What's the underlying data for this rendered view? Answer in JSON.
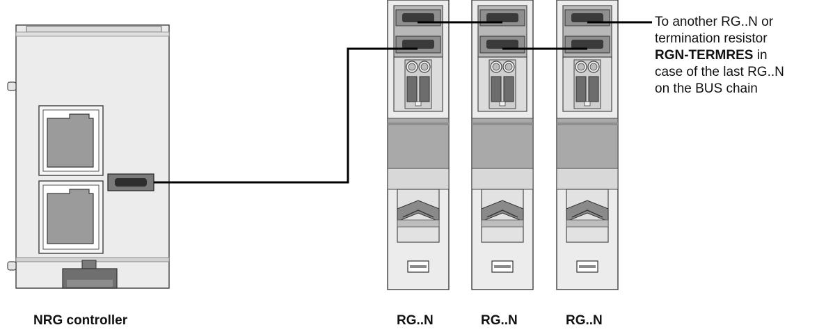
{
  "labels": {
    "controller": "NRG controller",
    "modules": [
      "RG..N",
      "RG..N",
      "RG..N"
    ]
  },
  "annotation": {
    "line1": "To another RG..N or",
    "line2": "termination resistor",
    "line3_bold": "RGN-TERMRES",
    "line3_rest": " in",
    "line4": "case of the last RG..N",
    "line5": "on the BUS chain"
  },
  "colors": {
    "housing": "#ececec",
    "outline": "#4a4a4a",
    "port": "#9b9b9b",
    "band": "#a9a9a9",
    "cable": "#000000"
  }
}
